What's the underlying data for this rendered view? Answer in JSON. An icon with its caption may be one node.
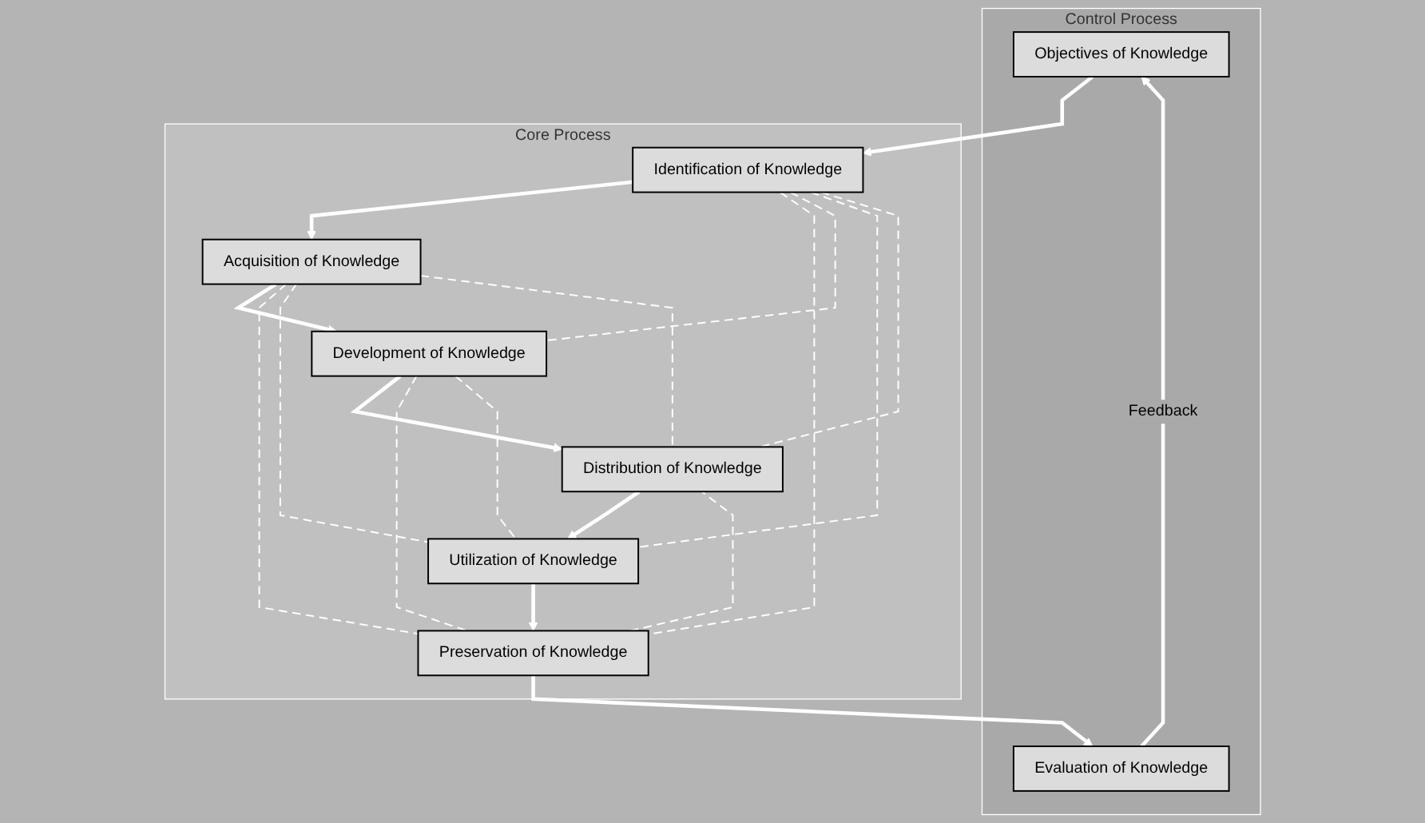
{
  "diagram": {
    "nodes": [
      {
        "text": [
          "Control Process"
        ]
      },
      {
        "text": [
          "Objectives of Knowledge"
        ],
        "in": 0
      },
      {
        "text": [
          "Evaluation of Knowledge"
        ],
        "in": 0
      },
      {
        "text": [
          "Core Process"
        ]
      },
      {
        "text": [
          "Identification of Knowledge"
        ],
        "in": 3
      },
      {
        "text": [
          "Preservation of Knowledge"
        ],
        "in": 3
      },
      {
        "text": [
          "Acquisition of Knowledge"
        ],
        "in": 3
      },
      {
        "text": [
          "Utilization of Knowledge"
        ],
        "in": 3
      },
      {
        "text": [
          "Development of Knowledge"
        ],
        "in": 3
      },
      {
        "text": [
          "Distribution of Knowledge"
        ],
        "in": 3
      }
    ],
    "edges": [
      {
        "from": 2,
        "to": 1,
        "arrow": "to",
        "label": "Feedback"
      },
      {
        "from": 1,
        "to": 4,
        "arrow": "to"
      },
      {
        "from": 4,
        "to": 6,
        "arrow": "to"
      },
      {
        "from": 6,
        "to": 8,
        "arrow": "to"
      },
      {
        "from": 8,
        "to": 9,
        "arrow": "to"
      },
      {
        "from": 9,
        "to": 7,
        "arrow": "to"
      },
      {
        "from": 7,
        "to": 5,
        "arrow": "to"
      },
      {
        "from": 5,
        "to": 2,
        "arrow": "to"
      },
      {
        "from": 4,
        "to": 5,
        "arrow": "none",
        "style": "dashed"
      },
      {
        "from": 4,
        "to": 8,
        "arrow": "none",
        "style": "dashed"
      },
      {
        "from": 4,
        "to": 7,
        "arrow": "none",
        "style": "dashed"
      },
      {
        "from": 4,
        "to": 9,
        "arrow": "none",
        "style": "dashed"
      },
      {
        "from": 6,
        "to": 5,
        "arrow": "none",
        "style": "dashed"
      },
      {
        "from": 6,
        "to": 7,
        "arrow": "none",
        "style": "dashed"
      },
      {
        "from": 6,
        "to": 9,
        "arrow": "none",
        "style": "dashed"
      },
      {
        "from": 8,
        "to": 5,
        "arrow": "none",
        "style": "dashed"
      },
      {
        "from": 8,
        "to": 7,
        "arrow": "none",
        "style": "dashed"
      },
      {
        "from": 5,
        "to": 9,
        "arrow": "none",
        "style": "dashed"
      }
    ]
  }
}
